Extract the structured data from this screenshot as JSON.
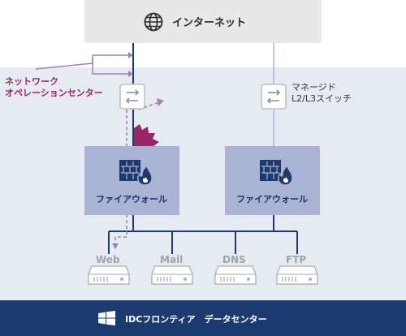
{
  "internet": {
    "label": "インターネット",
    "icon": "globe-icon"
  },
  "noc": {
    "line1": "ネットワーク",
    "line2": "オペレーションセンター"
  },
  "managed_switch": {
    "line1": "マネージド",
    "line2": "L2/L3スイッチ",
    "icon": "switch-icon"
  },
  "firewalls": [
    {
      "label": "ファイアウォール",
      "icon": "firewall-icon"
    },
    {
      "label": "ファイアウォール",
      "icon": "firewall-icon"
    }
  ],
  "servers": [
    {
      "label": "Web"
    },
    {
      "label": "Mail"
    },
    {
      "label": "DNS"
    },
    {
      "label": "FTP"
    }
  ],
  "footer": {
    "label": "IDCフロンティア　データセンター",
    "icon": "windows-logo-icon"
  },
  "colors": {
    "navy": "#1d3a6e",
    "noc_magenta": "#9a2467",
    "dashed_purple": "#a57fb4",
    "firewall_fill": "#aab3d4",
    "light_line": "#a8b4d8",
    "dc_background": "#e6ebf2",
    "internet_box": "#e8e8e8",
    "server_gray": "#9fa3a8"
  }
}
